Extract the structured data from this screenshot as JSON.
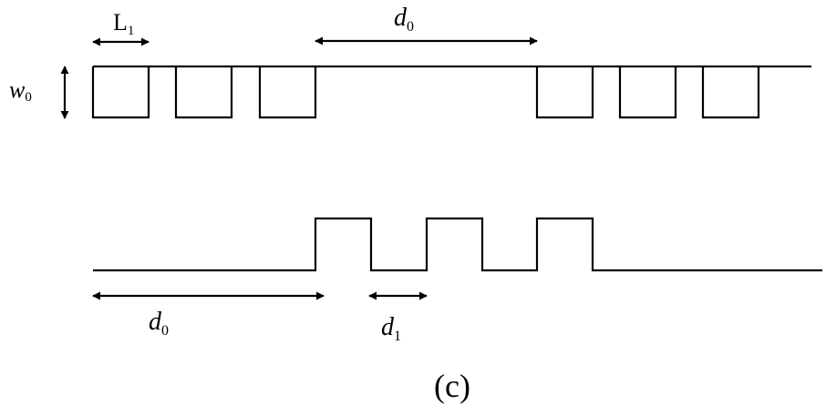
{
  "labels": {
    "length_main": "L",
    "length_sub": "1",
    "width_main": "w",
    "width_sub": "0",
    "top_gap_main": "d",
    "top_gap_sub": "0",
    "bottom_offset_main": "d",
    "bottom_offset_sub": "0",
    "bottom_period_main": "d",
    "bottom_period_sub": "1",
    "caption": "(c)"
  },
  "structure": {
    "top_waveform": {
      "left_group_notches": 3,
      "right_group_notches": 3,
      "direction": "down"
    },
    "bottom_waveform": {
      "notches": 3,
      "direction": "up"
    }
  }
}
